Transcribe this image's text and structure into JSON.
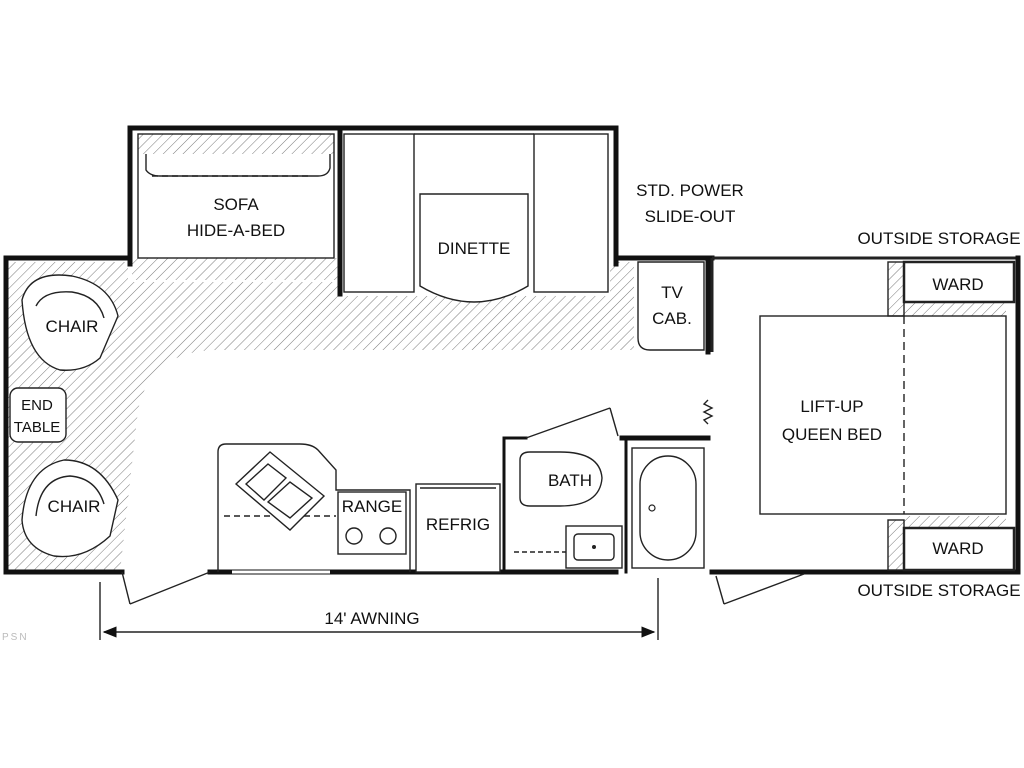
{
  "labels": {
    "sofa_line1": "SOFA",
    "sofa_line2": "HIDE-A-BED",
    "dinette": "DINETTE",
    "slideout_line1": "STD. POWER",
    "slideout_line2": "SLIDE-OUT",
    "outside_storage_top": "OUTSIDE STORAGE",
    "outside_storage_bottom": "OUTSIDE STORAGE",
    "ward_top": "WARD",
    "ward_bottom": "WARD",
    "tv_line1": "TV",
    "tv_line2": "CAB.",
    "chair_top": "CHAIR",
    "chair_bottom": "CHAIR",
    "end_table_line1": "END",
    "end_table_line2": "TABLE",
    "bed_line1": "LIFT-UP",
    "bed_line2": "QUEEN BED",
    "bath": "BATH",
    "range": "RANGE",
    "refrig": "REFRIG",
    "awning": "14' AWNING",
    "watermark": "PSN"
  }
}
